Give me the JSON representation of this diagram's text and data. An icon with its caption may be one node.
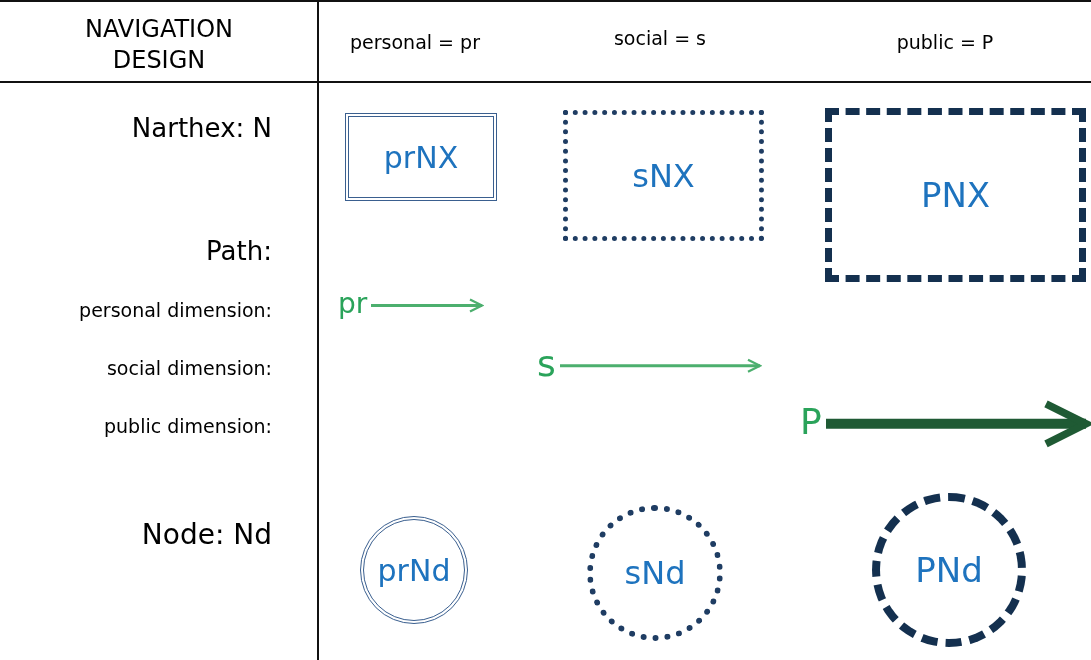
{
  "diagram": {
    "nodes": [
      {
        "text": [
          "prNX"
        ]
      },
      {
        "text": [
          "sNX"
        ]
      },
      {
        "text": [
          "PNX"
        ]
      },
      {
        "text": [
          "pr"
        ]
      },
      {
        "text": [
          "s"
        ]
      },
      {
        "text": [
          "P"
        ]
      },
      {
        "text": [
          "prNd"
        ]
      },
      {
        "text": [
          "sNd"
        ]
      },
      {
        "text": [
          "PNd"
        ]
      }
    ],
    "edges": [
      {
        "from": 3,
        "to": null,
        "arrow": "to"
      },
      {
        "from": 4,
        "to": null,
        "arrow": "to"
      },
      {
        "from": 5,
        "to": null,
        "arrow": "to",
        "style": "thick",
        "color": "#1f5a34"
      }
    ],
    "labels": [
      "NAVIGATION DESIGN",
      "personal = pr",
      "social = s",
      "public = P",
      "Narthex: N",
      "Path:",
      "personal dimension:",
      "social dimension:",
      "public dimension:",
      "Node: Nd"
    ]
  }
}
